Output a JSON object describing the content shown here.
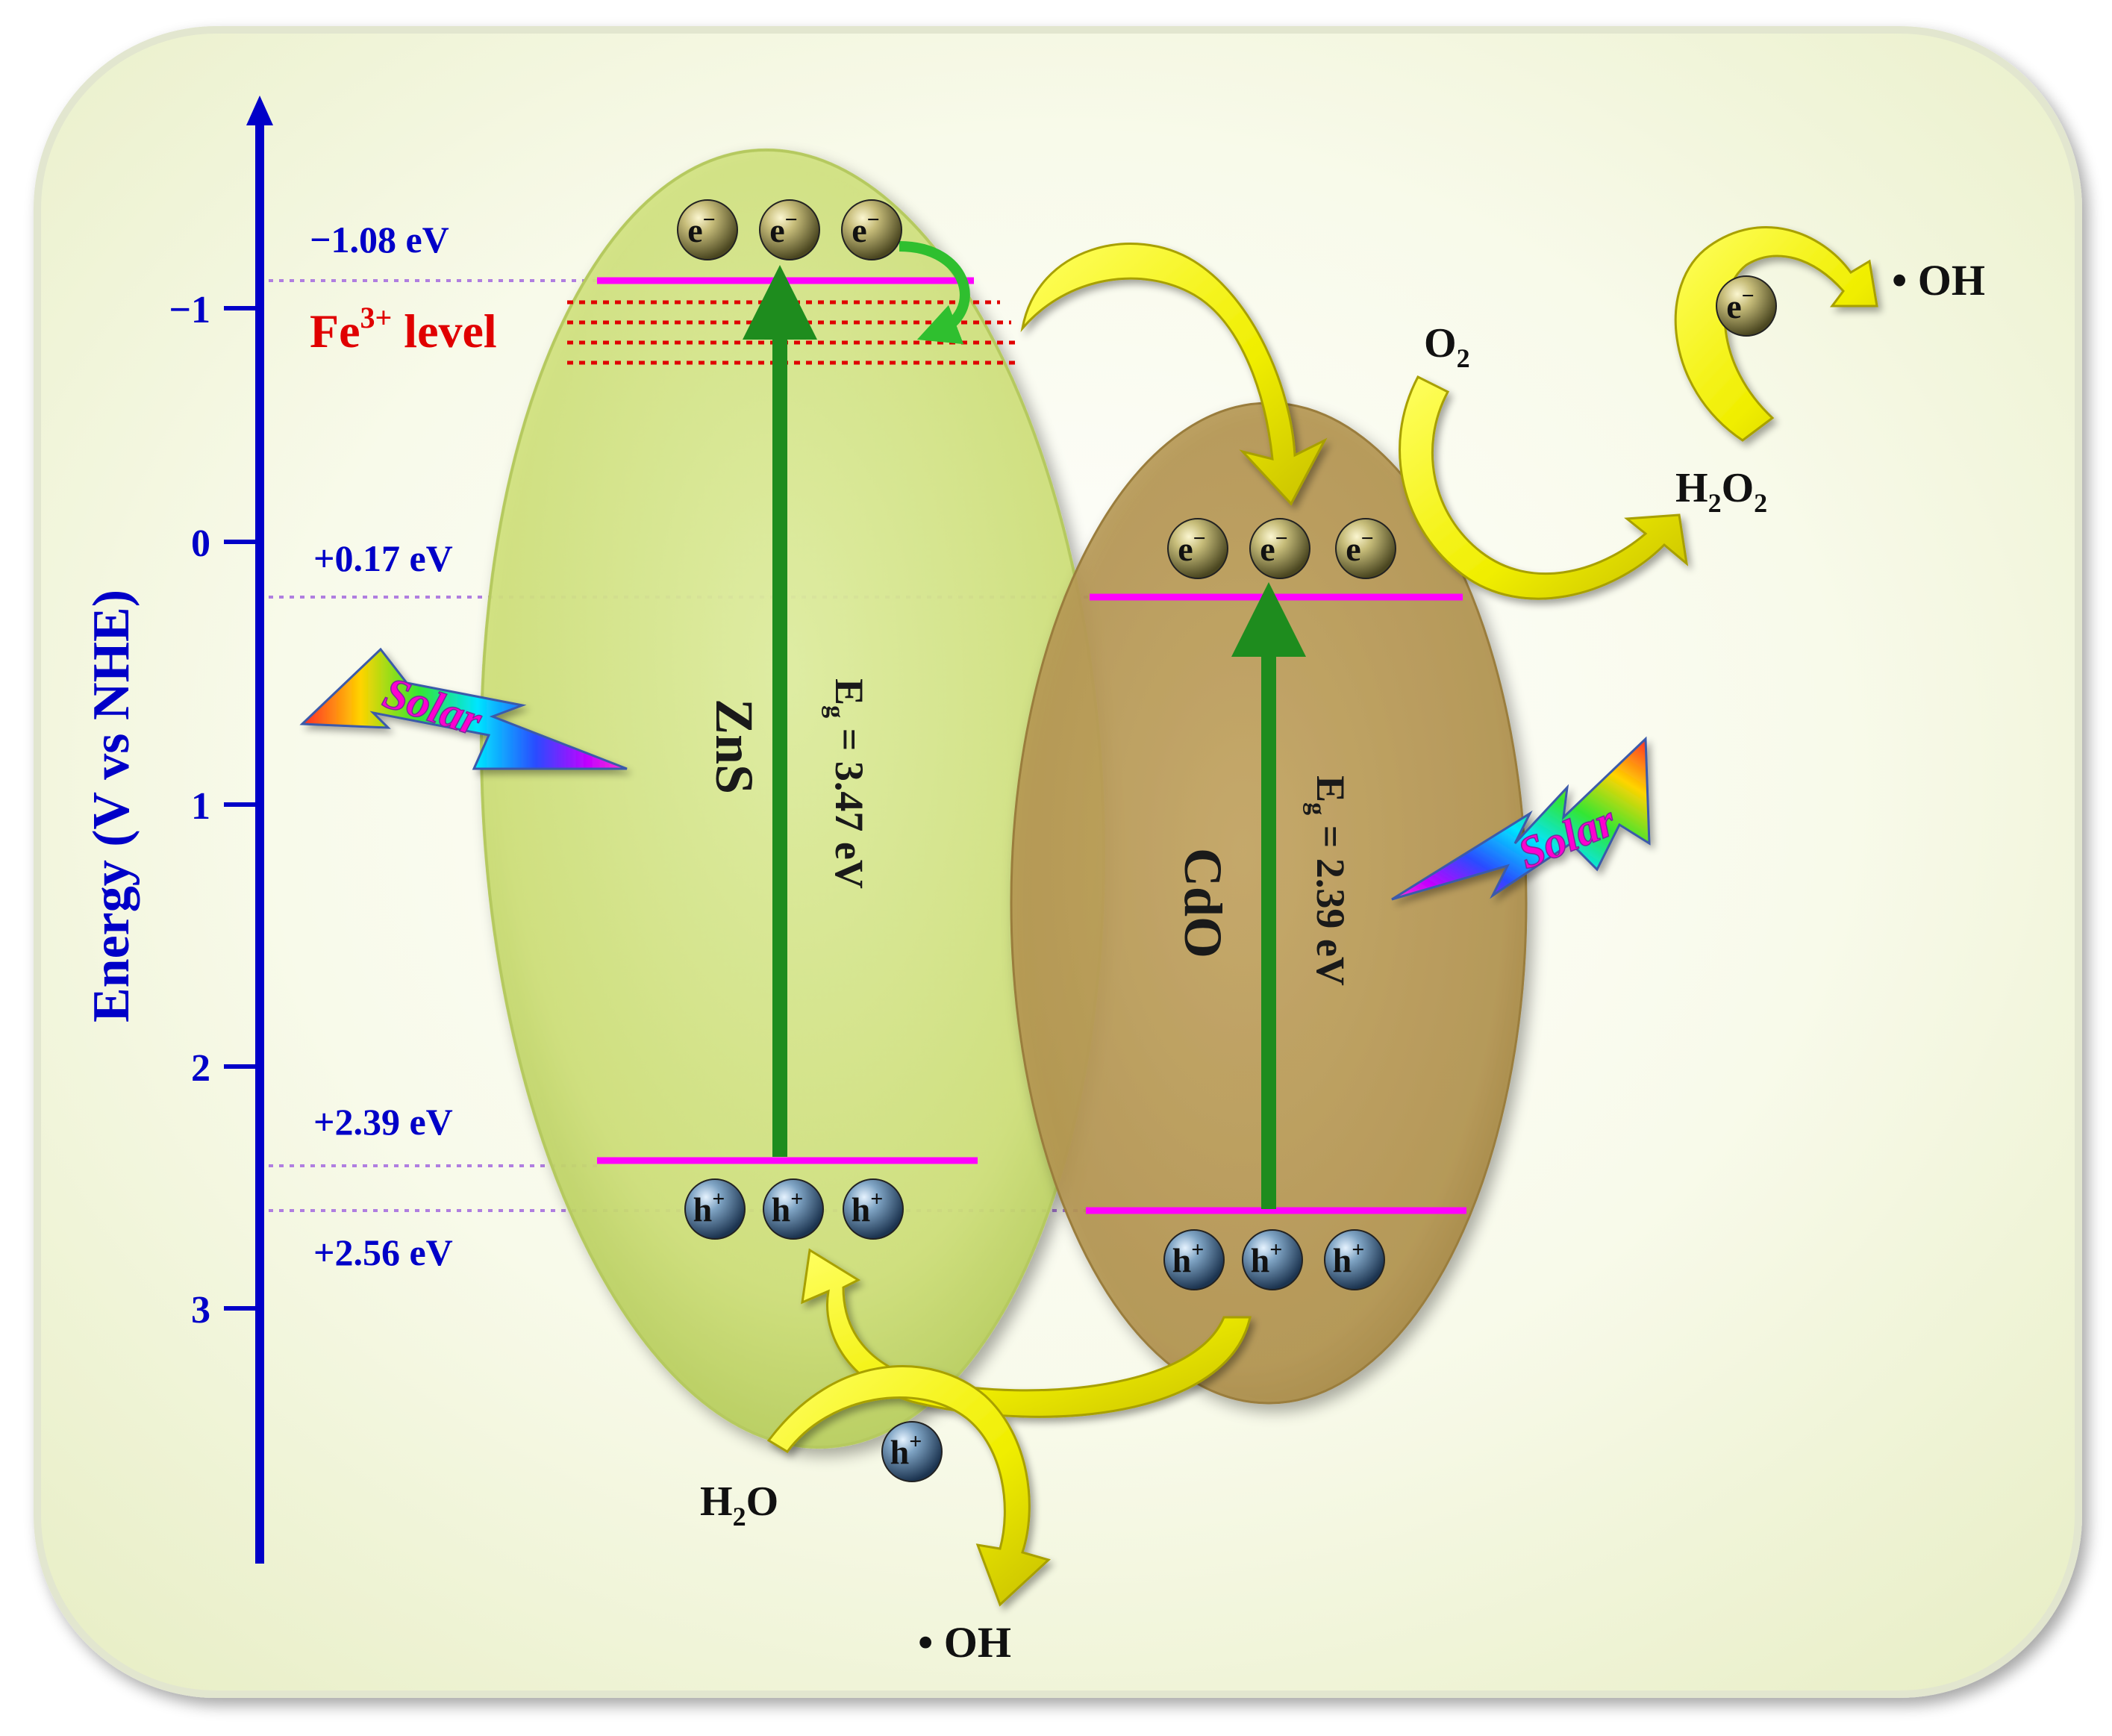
{
  "axis": {
    "label": "Energy (V vs NHE)",
    "ticks": [
      "−1",
      "0",
      "1",
      "2",
      "3"
    ],
    "color": "#0000c8"
  },
  "levels": {
    "zns_cb": "−1.08 eV",
    "cdo_cb": "+0.17 eV",
    "zns_vb": "+2.39 eV",
    "cdo_vb": "+2.56 eV"
  },
  "fe_level": {
    "base": "Fe",
    "sup": "3+",
    "rest": " level",
    "color": "#e00000"
  },
  "zns": {
    "name": "ZnS",
    "eg_prefix": "E",
    "eg_sub": "g",
    "eg_value": " = 3.47 eV",
    "fill": "#d4e57e"
  },
  "cdo": {
    "name": "CdO",
    "eg_prefix": "E",
    "eg_sub": "g",
    "eg_value": " = 2.39 eV",
    "fill": "#b99a55"
  },
  "carriers": {
    "electron": "e",
    "electron_sup": "−",
    "hole": "h",
    "hole_sup": "+"
  },
  "species": {
    "o2": {
      "base": "O",
      "sub": "2"
    },
    "h2o2": {
      "a": "H",
      "sub1": "2",
      "b": "O",
      "sub2": "2"
    },
    "h2o": {
      "a": "H",
      "sub": "2",
      "b": "O"
    },
    "oh_top": "• OH",
    "oh_bottom": "• OH"
  },
  "solar_label": "Solar",
  "colors": {
    "band_edge": "#ff00ff",
    "gap_arrow": "#1e8c1e",
    "flow_arrow": "#ffff00",
    "dotted_ref": "#b07ee0",
    "background": "#f6f9e6"
  }
}
